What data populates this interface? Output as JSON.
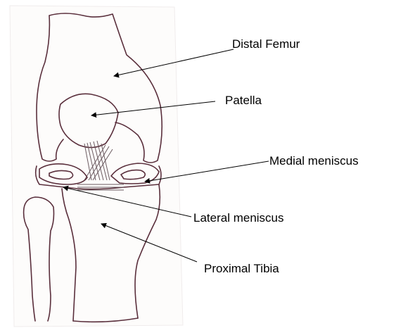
{
  "labels": {
    "distal_femur": "Distal Femur",
    "patella": "Patella",
    "medial_meniscus": "Medial meniscus",
    "lateral_meniscus": "Lateral meniscus",
    "proximal_tibia": "Proximal Tibia"
  },
  "colors": {
    "paper": "#ffffff",
    "sketch_outline": "#5a2f3c",
    "leader_lines": "#000000",
    "label_text": "#000000"
  }
}
